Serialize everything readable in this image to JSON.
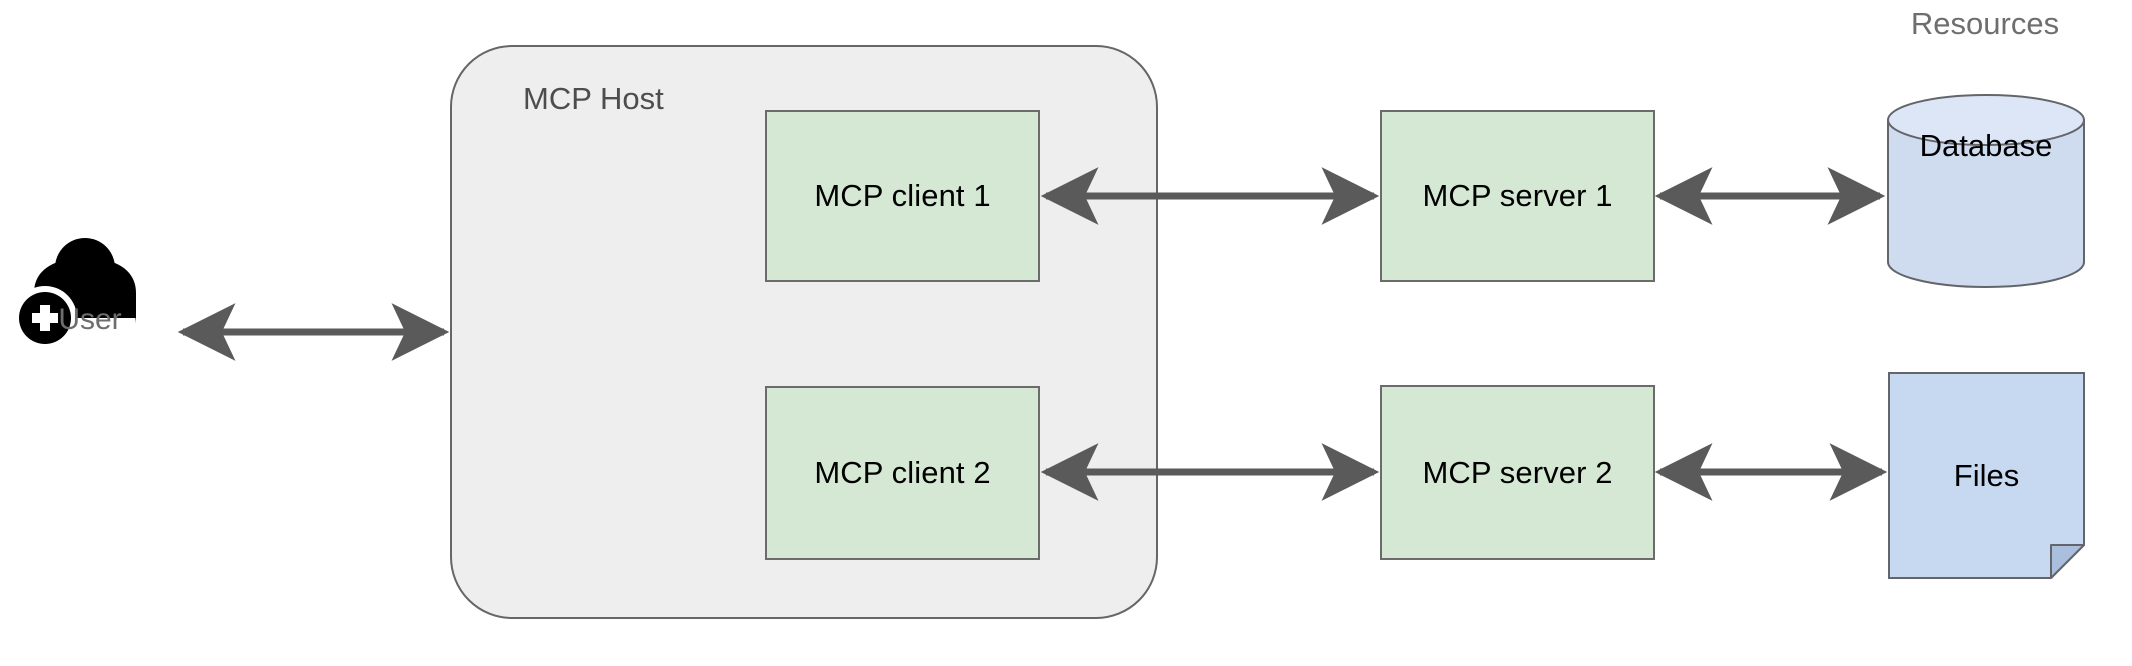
{
  "diagram": {
    "title_labels": {
      "resources_group": "Resources",
      "host_container": "MCP Host",
      "user": "User"
    },
    "nodes": [
      {
        "id": "mcp-client-1",
        "label": "MCP client 1",
        "kind": "process-box",
        "fill": "#d5e8d4",
        "stroke": "#6b6b6b"
      },
      {
        "id": "mcp-client-2",
        "label": "MCP client 2",
        "kind": "process-box",
        "fill": "#d5e8d4",
        "stroke": "#6b6b6b"
      },
      {
        "id": "mcp-server-1",
        "label": "MCP server 1",
        "kind": "process-box",
        "fill": "#d5e8d4",
        "stroke": "#6b6b6b"
      },
      {
        "id": "mcp-server-2",
        "label": "MCP server 2",
        "kind": "process-box",
        "fill": "#d5e8d4",
        "stroke": "#6b6b6b"
      },
      {
        "id": "database",
        "label": "Database",
        "kind": "cylinder",
        "fill": "#cfdcf0",
        "stroke": "#63656a"
      },
      {
        "id": "files",
        "label": "Files",
        "kind": "document-note",
        "fill": "#c6d9f1",
        "stroke": "#63656a"
      }
    ],
    "edges": [
      {
        "id": "user-to-host",
        "from": "user",
        "to": "mcp-host",
        "style": "double-arrow"
      },
      {
        "id": "client1-to-server1",
        "from": "mcp-client-1",
        "to": "mcp-server-1",
        "style": "double-arrow"
      },
      {
        "id": "server1-to-database",
        "from": "mcp-server-1",
        "to": "database",
        "style": "double-arrow"
      },
      {
        "id": "client2-to-server2",
        "from": "mcp-client-2",
        "to": "mcp-server-2",
        "style": "double-arrow"
      },
      {
        "id": "server2-to-files",
        "from": "mcp-server-2",
        "to": "files",
        "style": "double-arrow"
      }
    ],
    "colors": {
      "background": "#ffffff",
      "process_fill": "#d5e8d4",
      "process_stroke": "#6b6b6b",
      "host_fill": "#eeeeee",
      "host_stroke": "#666666",
      "resource_fill": "#c6d9f1",
      "resource_stroke": "#63656a",
      "arrow": "#5a5a5a",
      "label_grey": "#6e6e6e",
      "actor": "#000000"
    }
  }
}
